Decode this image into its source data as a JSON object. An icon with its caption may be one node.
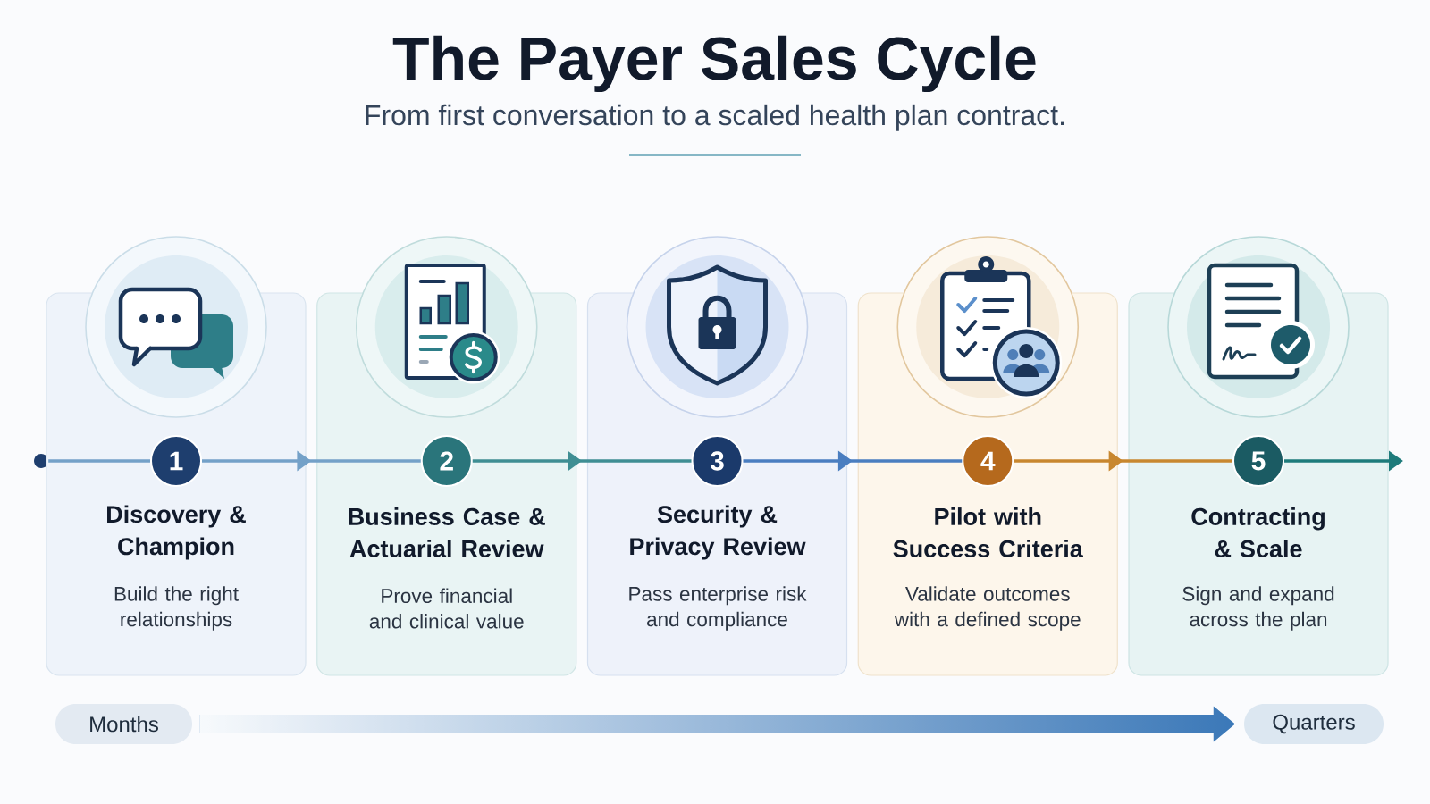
{
  "diagram": {
    "title": "The Payer Sales Cycle",
    "nodes": [
      {
        "text": [],
        "shape": "circle"
      },
      {
        "text": [
          "Discovery & Champion",
          "Build the right relationships"
        ]
      },
      {
        "text": [
          "1"
        ],
        "in": 1
      },
      {
        "text": [
          "Business Case & Actuarial Review",
          "Prove financial and clinical value"
        ]
      },
      {
        "text": [
          "2"
        ],
        "in": 3
      },
      {
        "text": [
          "Security & Privacy Review",
          "Pass enterprise risk and compliance"
        ]
      },
      {
        "text": [
          "3"
        ],
        "in": 5
      },
      {
        "text": [
          "Pilot with Success Criteria",
          "Validate outcomes with a defined scope"
        ]
      },
      {
        "text": [
          "4"
        ],
        "in": 7
      },
      {
        "text": [
          "Contracting & Scale",
          "Sign and expand across the plan"
        ]
      },
      {
        "text": [
          "5"
        ],
        "in": 9
      },
      {
        "text": [
          "Months"
        ]
      },
      {
        "text": [
          "Quarters"
        ]
      }
    ],
    "edges": [
      {
        "from": 0,
        "to": 2,
        "arrow": "none",
        "color": "#74a1c8"
      },
      {
        "from": 2,
        "to": 4,
        "arrow": "to",
        "color": "#74a1c8"
      },
      {
        "from": 4,
        "to": 6,
        "arrow": "to",
        "color": "#3f8e93"
      },
      {
        "from": 6,
        "to": 8,
        "arrow": "to",
        "color": "#4a7ec0"
      },
      {
        "from": 8,
        "to": 10,
        "arrow": "to",
        "color": "#c8872f"
      },
      {
        "from": 10,
        "to": null,
        "arrow": "to",
        "color": "#1e7b7b"
      },
      {
        "from": 11,
        "to": 12,
        "arrow": "to",
        "style": "thick",
        "color": "#3b78b8"
      }
    ],
    "labels": [
      "From first conversation to a scaled health plan contract."
    ]
  }
}
